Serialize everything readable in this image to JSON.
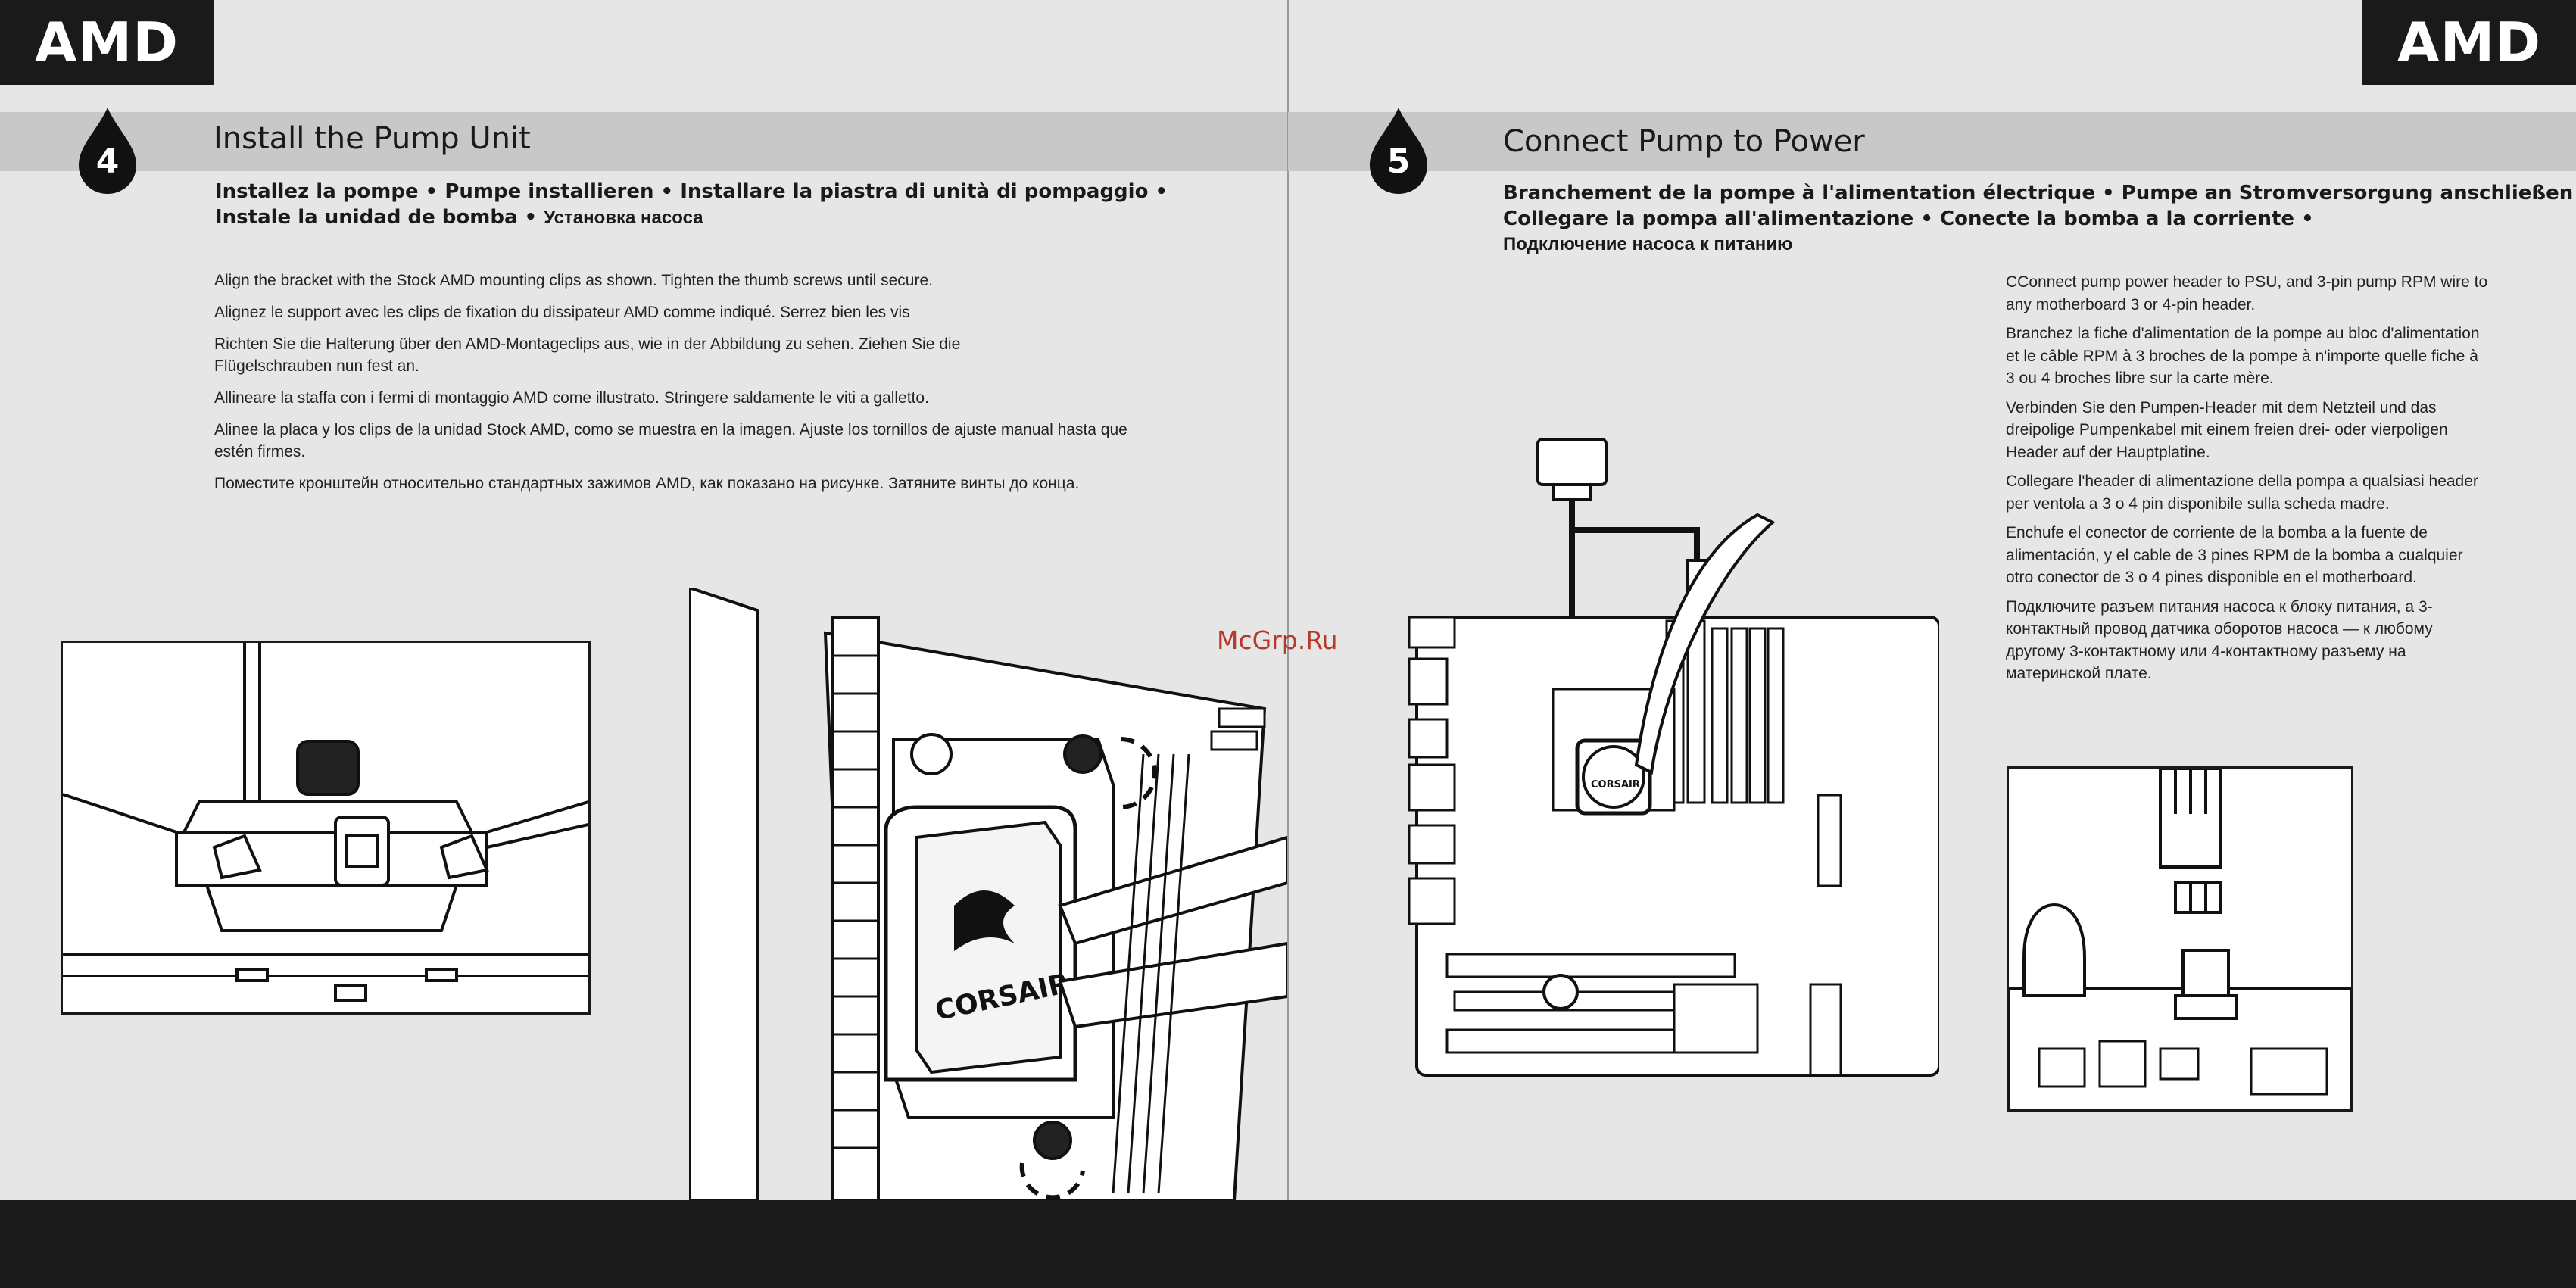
{
  "brand": {
    "logo_text": "AMD"
  },
  "left_page": {
    "step_number": "4",
    "title": "Install the Pump Unit",
    "translations_line1": "Installez la pompe • Pumpe installieren • Installare la piastra di unità di pompaggio •",
    "translations_line2": "Instale la unidad de bomba • ",
    "translations_ru": "Установка насоса",
    "paragraphs": [
      "Align the bracket with the Stock AMD mounting clips as shown. Tighten the thumb screws until secure.",
      "Alignez le support avec les clips de fixation du dissipateur AMD comme indiqué. Serrez bien les vis",
      "Richten Sie die Halterung über den AMD-Montageclips aus, wie in der Abbildung zu sehen. Ziehen Sie die Flügelschrauben nun fest an.",
      "Allineare la staffa con i fermi di montaggio AMD come illustrato. Stringere saldamente le viti a galletto.",
      "Alinee la placa y los clips de la unidad Stock AMD, como se muestra en la imagen. Ajuste los tornillos de ajuste manual hasta que estén firmes.",
      "Поместите кронштейн относительно стандартных зажимов AMD, как показано на рисунке. Затяните винты до конца."
    ],
    "pump_logo_text": "CORSAIR"
  },
  "right_page": {
    "step_number": "5",
    "title": "Connect Pump to Power",
    "translations_line1": "Branchement de la pompe à l'alimentation électrique • Pumpe an Stromversorgung anschließen •",
    "translations_line2": "Collegare la pompa all'alimentazione  • Conecte la bomba a la corriente •",
    "translations_ru": "Подключение насоса к питанию",
    "paragraphs": [
      "CConnect pump power header to PSU, and 3-pin pump RPM wire to any motherboard 3 or 4-pin header.",
      "Branchez la fiche d'alimentation de la pompe au bloc d'alimentation et le câble RPM à 3 broches de la pompe à n'importe quelle fiche à 3 ou 4 broches libre sur la carte mère.",
      "Verbinden Sie den Pumpen-Header mit dem Netzteil und das dreipolige Pumpenkabel mit einem freien drei- oder vierpoligen Header auf der Hauptplatine.",
      "Collegare l'header di alimentazione della pompa a qualsiasi header per ventola a 3 o 4 pin disponibile sulla scheda madre.",
      "Enchufe el conector de corriente de la bomba a la fuente de alimentación, y el cable de 3 pines RPM de la bomba a cualquier otro conector de 3 o 4 pines disponible en el motherboard.",
      "Подключите разъем питания насоса к блоку питания, а 3-контактный провод датчика оборотов насоса — к любому другому 3-контактному или 4-контактному разъему на материнской плате."
    ],
    "pump_logo_text": "CORSAIR"
  },
  "watermark": "McGrp.Ru"
}
